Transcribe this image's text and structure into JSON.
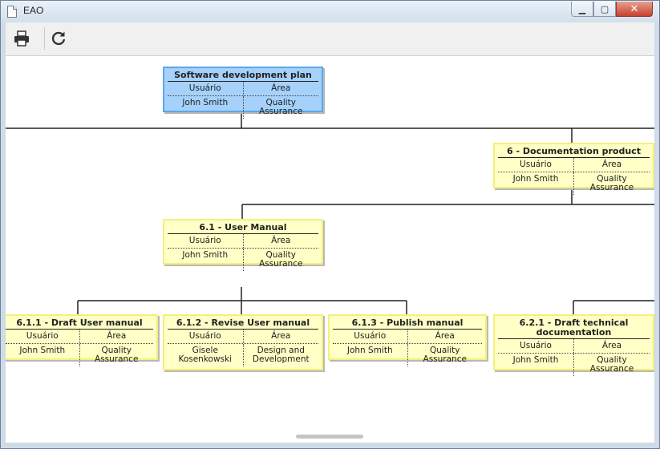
{
  "window": {
    "title": "EAO"
  },
  "toolbar": {
    "print_icon": "printer-icon",
    "refresh_icon": "refresh-icon"
  },
  "headers": {
    "user": "Usuário",
    "area": "Área"
  },
  "nodes": {
    "root": {
      "title": "Software development plan",
      "user": "John Smith",
      "area": "Quality Assurance"
    },
    "n6": {
      "title": "6 - Documentation product",
      "user": "John Smith",
      "area": "Quality Assurance"
    },
    "n61": {
      "title": "6.1 - User Manual",
      "user": "John Smith",
      "area": "Quality Assurance"
    },
    "n611": {
      "title": "6.1.1 - Draft User manual",
      "user": "John Smith",
      "area": "Quality Assurance"
    },
    "n612": {
      "title": "6.1.2 - Revise User manual",
      "user": "Gisele Kosenkowski",
      "area": "Design and Development"
    },
    "n613": {
      "title": "6.1.3 - Publish manual",
      "user": "John Smith",
      "area": "Quality Assurance"
    },
    "n621": {
      "title": "6.2.1 - Draft technical documentation",
      "user": "John Smith",
      "area": "Quality Assurance"
    }
  }
}
